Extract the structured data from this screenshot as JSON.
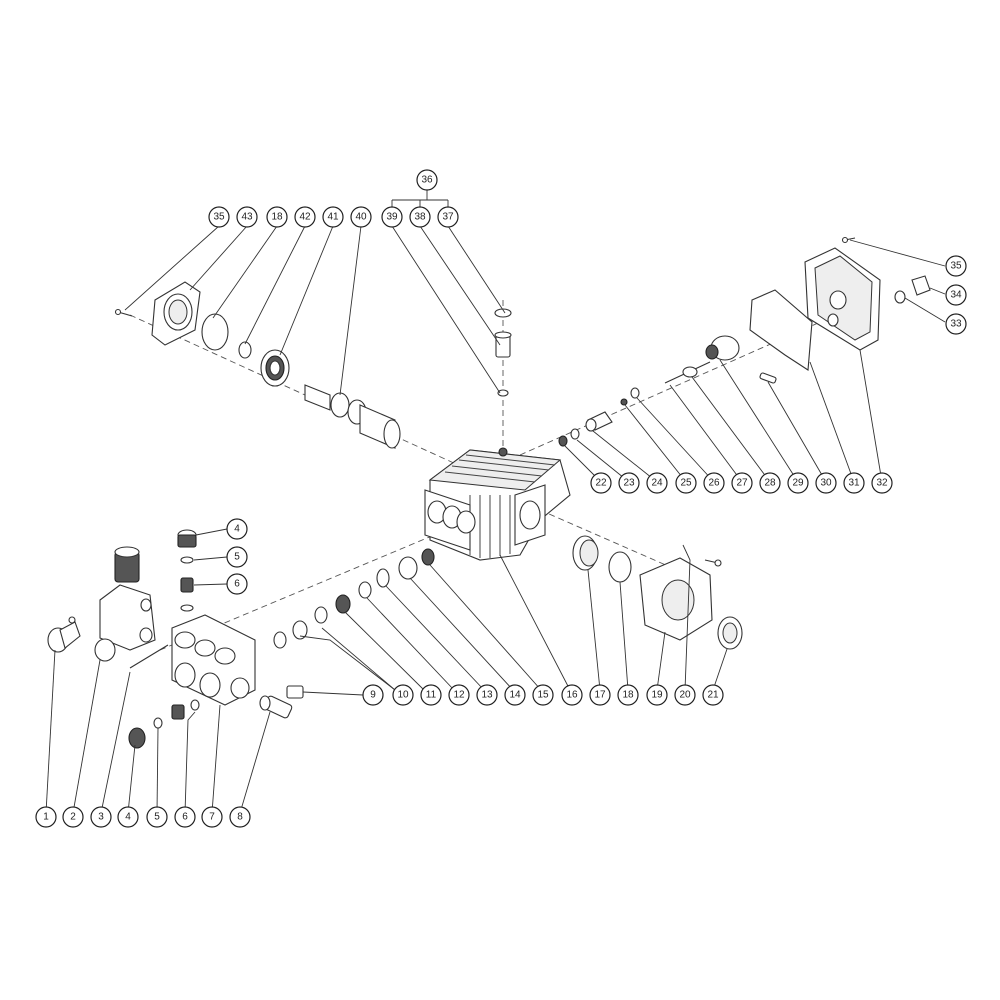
{
  "diagram": {
    "callouts": {
      "c1": "1",
      "c2": "2",
      "c3": "3",
      "c4a": "4",
      "c5a": "5",
      "c6a": "6",
      "c7": "7",
      "c8": "8",
      "c4b": "4",
      "c5b": "5",
      "c6b": "6",
      "c9": "9",
      "c10": "10",
      "c11": "11",
      "c12": "12",
      "c13": "13",
      "c14": "14",
      "c15": "15",
      "c16": "16",
      "c17": "17",
      "c18": "18",
      "c19": "19",
      "c20": "20",
      "c21": "21",
      "c22": "22",
      "c23": "23",
      "c24": "24",
      "c25": "25",
      "c26": "26",
      "c27": "27",
      "c28": "28",
      "c29": "29",
      "c30": "30",
      "c31": "31",
      "c32": "32",
      "c33": "33",
      "c34": "34",
      "c35b": "35",
      "c35a": "35",
      "c43": "43",
      "c18b": "18",
      "c42": "42",
      "c41": "41",
      "c40": "40",
      "c39": "39",
      "c38": "38",
      "c37": "37",
      "c36": "36"
    }
  }
}
